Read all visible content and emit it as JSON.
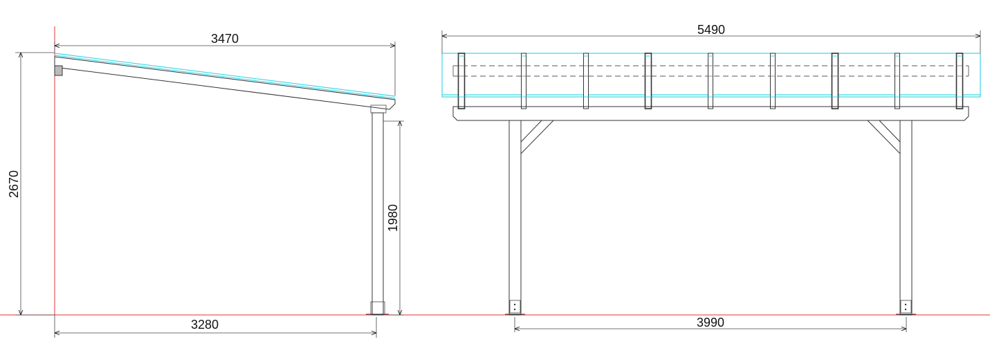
{
  "dimensions": {
    "side_top_width": "3470",
    "side_total_height": "2670",
    "side_post_height": "1980",
    "side_bottom_width": "3280",
    "front_top_width": "5490",
    "front_bottom_width": "3990"
  },
  "colors": {
    "ground_line": "#e2343a",
    "glazing": "#39d6e6",
    "lines": "#333333"
  }
}
